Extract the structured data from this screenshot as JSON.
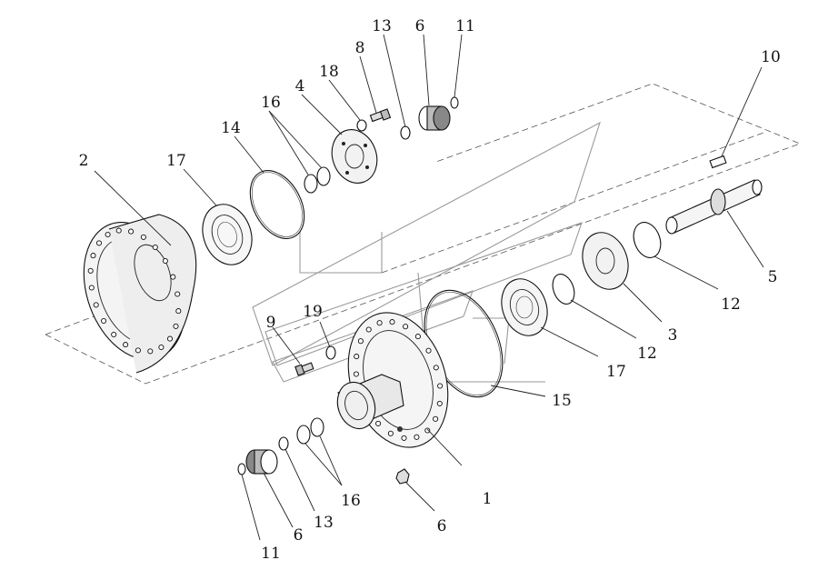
{
  "diagram": {
    "callouts": [
      {
        "id": "c-13-top",
        "text": "13"
      },
      {
        "id": "c-6-top",
        "text": "6"
      },
      {
        "id": "c-11-top",
        "text": "11"
      },
      {
        "id": "c-8",
        "text": "8"
      },
      {
        "id": "c-18",
        "text": "18"
      },
      {
        "id": "c-10",
        "text": "10"
      },
      {
        "id": "c-4",
        "text": "4"
      },
      {
        "id": "c-16-top",
        "text": "16"
      },
      {
        "id": "c-14",
        "text": "14"
      },
      {
        "id": "c-2",
        "text": "2"
      },
      {
        "id": "c-17-top",
        "text": "17"
      },
      {
        "id": "c-5",
        "text": "5"
      },
      {
        "id": "c-12-right",
        "text": "12"
      },
      {
        "id": "c-3",
        "text": "3"
      },
      {
        "id": "c-12-mid",
        "text": "12"
      },
      {
        "id": "c-17-mid",
        "text": "17"
      },
      {
        "id": "c-9",
        "text": "9"
      },
      {
        "id": "c-19",
        "text": "19"
      },
      {
        "id": "c-15",
        "text": "15"
      },
      {
        "id": "c-1",
        "text": "1"
      },
      {
        "id": "c-16-bot",
        "text": "16"
      },
      {
        "id": "c-13-bot",
        "text": "13"
      },
      {
        "id": "c-6-bot",
        "text": "6"
      },
      {
        "id": "c-6-nut",
        "text": "6"
      },
      {
        "id": "c-11-bot",
        "text": "11"
      }
    ]
  }
}
